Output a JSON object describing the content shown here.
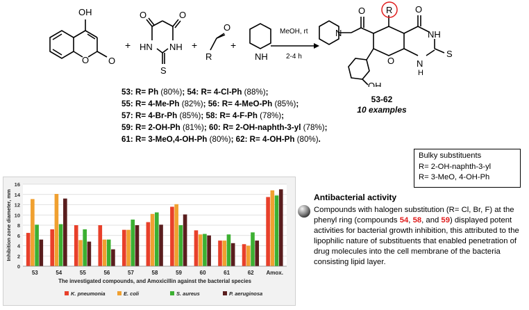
{
  "reaction": {
    "atoms": {
      "oh": "OH",
      "o": "O",
      "s": "S",
      "hn": "HN",
      "nh": "NH",
      "n": "N",
      "r": "R",
      "h": "H",
      "n_prod": "N"
    },
    "conditions": {
      "solvent": "MeOH, rt",
      "time": "2-4 h"
    },
    "plus": "+"
  },
  "r_groups": [
    {
      "id": "53",
      "r": "R= Ph",
      "yield": "(80%)"
    },
    {
      "id": "54",
      "r": "R= 4-Cl-Ph",
      "yield": "(88%)"
    },
    {
      "id": "55",
      "r": "R= 4-Me-Ph",
      "yield": "(82%)"
    },
    {
      "id": "56",
      "r": "R= 4-MeO-Ph",
      "yield": "(85%)"
    },
    {
      "id": "57",
      "r": "R= 4-Br-Ph",
      "yield": "(85%)"
    },
    {
      "id": "58",
      "r": "R= 4-F-Ph",
      "yield": "(78%)"
    },
    {
      "id": "59",
      "r": "R= 2-OH-Ph",
      "yield": "(81%)"
    },
    {
      "id": "60",
      "r": "R= 2-OH-naphth-3-yl",
      "yield": "(78%)"
    },
    {
      "id": "61",
      "r": "R= 3-MeO,4-OH-Ph",
      "yield": "(80%)"
    },
    {
      "id": "62",
      "r": "R= 4-OH-Ph",
      "yield": "(80%)"
    }
  ],
  "product": {
    "range": "53-62",
    "count": "10 examples"
  },
  "bulky": {
    "line1": "Bulky substituents",
    "line2": "R= 2-OH-naphth-3-yl",
    "line3": "R= 3-MeO, 4-OH-Ph"
  },
  "antibacterial": {
    "title": "Antibacterial activity",
    "text_a": "Compounds with halogen substitution (R= Cl, Br, F) at the phenyl ring (compounds ",
    "c1": "54",
    "sep1": ", ",
    "c2": "58",
    "sep2": ", and ",
    "c3": "59",
    "text_b": ") displayed potent activities for bacterial growth inhibition, this attributed to the lipophilic nature of substituents that enabled penetration of drug molecules into the cell membrane of the bacteria consisting lipid layer."
  },
  "chart_data": {
    "type": "bar",
    "categories": [
      "53",
      "54",
      "55",
      "56",
      "57",
      "58",
      "59",
      "60",
      "61",
      "62",
      "Amox."
    ],
    "series": [
      {
        "name": "K. pneumonia",
        "color": "#e8402a",
        "values": [
          6.5,
          7.2,
          8,
          8,
          7.1,
          8.6,
          11.6,
          7,
          5,
          4.3,
          13.5
        ]
      },
      {
        "name": "E. coli",
        "color": "#f0a030",
        "values": [
          13.1,
          14.1,
          5.1,
          5.2,
          7.1,
          10.2,
          12.1,
          6.2,
          5,
          4,
          14.8
        ]
      },
      {
        "name": "S. aureus",
        "color": "#3cb032",
        "values": [
          8.1,
          8.2,
          7.2,
          5.2,
          9.1,
          10.5,
          8,
          6.3,
          6.2,
          6.6,
          13.8
        ]
      },
      {
        "name": "P. aeruginosa",
        "color": "#5a1e1e",
        "values": [
          5.2,
          13.2,
          4.8,
          3.3,
          8,
          8.1,
          10.1,
          6,
          4.5,
          5,
          15
        ]
      }
    ],
    "ylabel": "Inhibition zone diameter, mm",
    "xlabel": "The investigated compounds, and Amoxicillin against the bacterial species",
    "ylim": [
      0,
      16
    ],
    "yticks": [
      "0",
      "2",
      "4",
      "6",
      "8",
      "10",
      "12",
      "14",
      "16"
    ],
    "grid": true,
    "legend": "bottom"
  }
}
